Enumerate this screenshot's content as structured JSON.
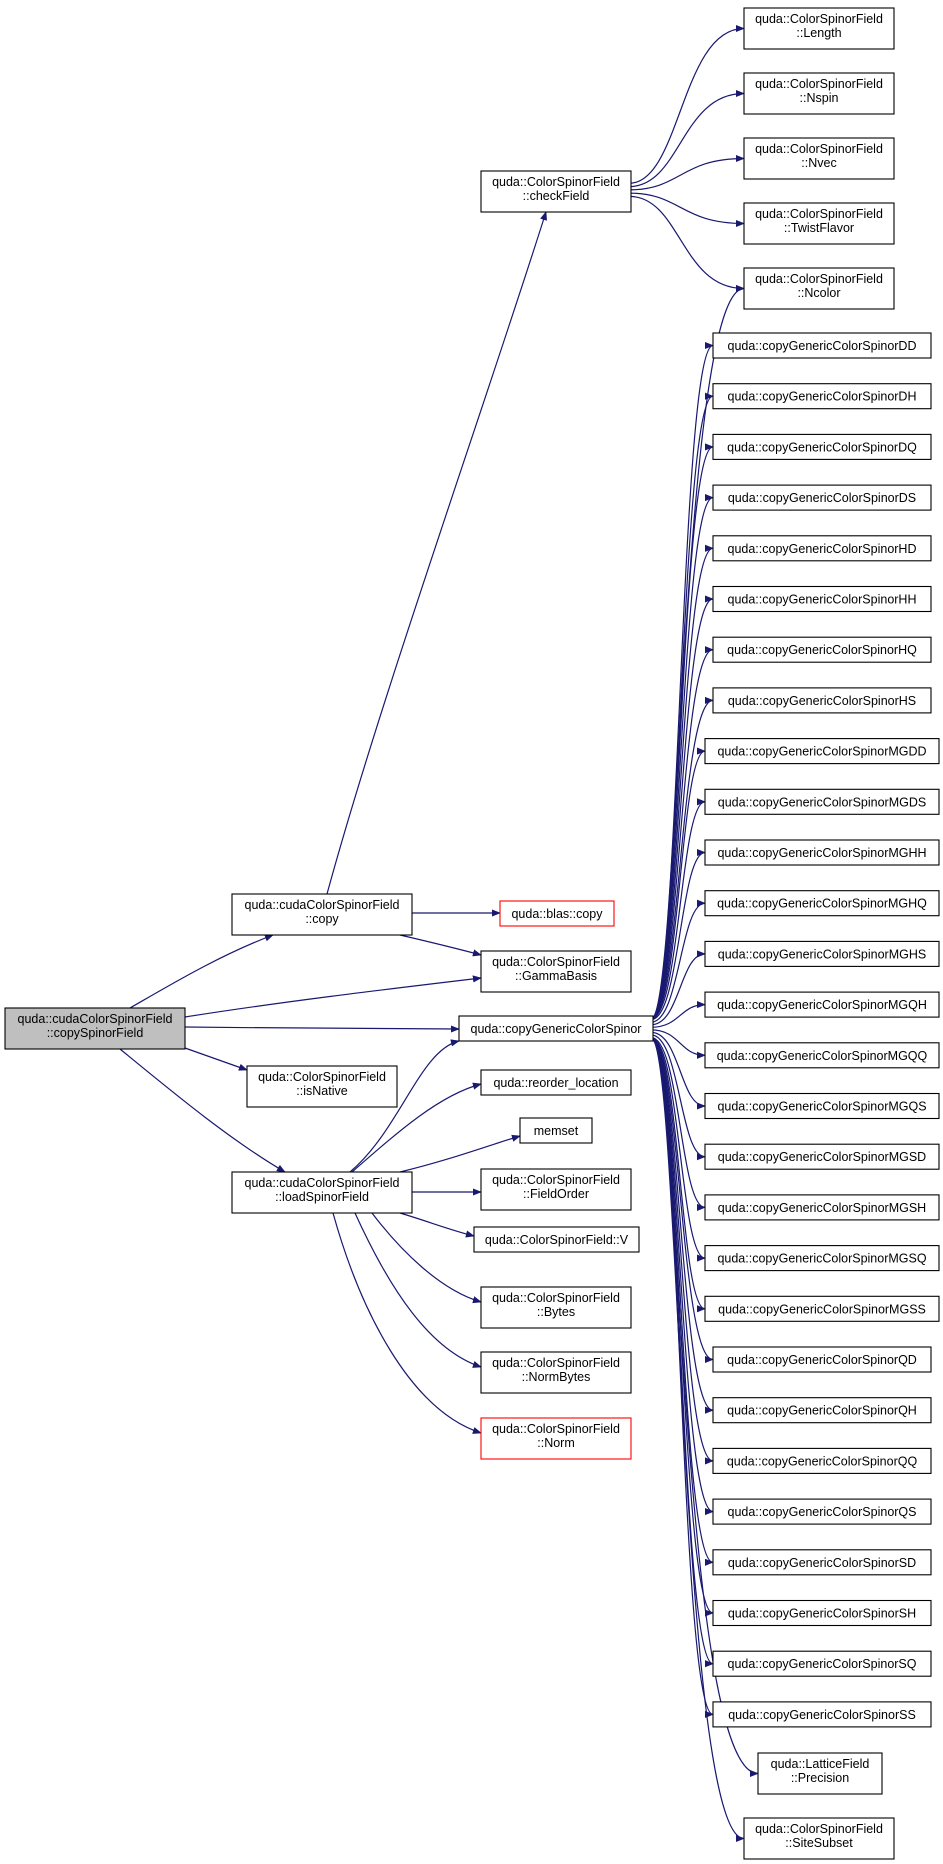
{
  "graph": {
    "nodes": [
      {
        "id": "root",
        "lines": [
          "quda::cudaColorSpinorField",
          "::copySpinorField"
        ],
        "style": "root"
      },
      {
        "id": "copy",
        "lines": [
          "quda::cudaColorSpinorField",
          "::copy"
        ]
      },
      {
        "id": "load",
        "lines": [
          "quda::cudaColorSpinorField",
          "::loadSpinorField"
        ]
      },
      {
        "id": "isNative",
        "lines": [
          "quda::ColorSpinorField",
          "::isNative"
        ]
      },
      {
        "id": "checkField",
        "lines": [
          "quda::ColorSpinorField",
          "::checkField"
        ]
      },
      {
        "id": "blascopy",
        "lines": [
          "quda::blas::copy"
        ],
        "style": "red"
      },
      {
        "id": "gamma",
        "lines": [
          "quda::ColorSpinorField",
          "::GammaBasis"
        ]
      },
      {
        "id": "cgcs",
        "lines": [
          "quda::copyGenericColorSpinor"
        ]
      },
      {
        "id": "reorder",
        "lines": [
          "quda::reorder_location"
        ]
      },
      {
        "id": "memset",
        "lines": [
          "memset"
        ]
      },
      {
        "id": "fieldOrder",
        "lines": [
          "quda::ColorSpinorField",
          "::FieldOrder"
        ]
      },
      {
        "id": "V",
        "lines": [
          "quda::ColorSpinorField::V"
        ]
      },
      {
        "id": "bytes",
        "lines": [
          "quda::ColorSpinorField",
          "::Bytes"
        ]
      },
      {
        "id": "normBytes",
        "lines": [
          "quda::ColorSpinorField",
          "::NormBytes"
        ]
      },
      {
        "id": "norm",
        "lines": [
          "quda::ColorSpinorField",
          "::Norm"
        ],
        "style": "red"
      },
      {
        "id": "length",
        "lines": [
          "quda::ColorSpinorField",
          "::Length"
        ]
      },
      {
        "id": "nspin",
        "lines": [
          "quda::ColorSpinorField",
          "::Nspin"
        ]
      },
      {
        "id": "nvec",
        "lines": [
          "quda::ColorSpinorField",
          "::Nvec"
        ]
      },
      {
        "id": "twist",
        "lines": [
          "quda::ColorSpinorField",
          "::TwistFlavor"
        ]
      },
      {
        "id": "ncolor",
        "lines": [
          "quda::ColorSpinorField",
          "::Ncolor"
        ]
      },
      {
        "id": "DD",
        "lines": [
          "quda::copyGenericColorSpinorDD"
        ]
      },
      {
        "id": "DH",
        "lines": [
          "quda::copyGenericColorSpinorDH"
        ]
      },
      {
        "id": "DQ",
        "lines": [
          "quda::copyGenericColorSpinorDQ"
        ]
      },
      {
        "id": "DS",
        "lines": [
          "quda::copyGenericColorSpinorDS"
        ]
      },
      {
        "id": "HD",
        "lines": [
          "quda::copyGenericColorSpinorHD"
        ]
      },
      {
        "id": "HH",
        "lines": [
          "quda::copyGenericColorSpinorHH"
        ]
      },
      {
        "id": "HQ",
        "lines": [
          "quda::copyGenericColorSpinorHQ"
        ]
      },
      {
        "id": "HS",
        "lines": [
          "quda::copyGenericColorSpinorHS"
        ]
      },
      {
        "id": "MGDD",
        "lines": [
          "quda::copyGenericColorSpinorMGDD"
        ]
      },
      {
        "id": "MGDS",
        "lines": [
          "quda::copyGenericColorSpinorMGDS"
        ]
      },
      {
        "id": "MGHH",
        "lines": [
          "quda::copyGenericColorSpinorMGHH"
        ]
      },
      {
        "id": "MGHQ",
        "lines": [
          "quda::copyGenericColorSpinorMGHQ"
        ]
      },
      {
        "id": "MGHS",
        "lines": [
          "quda::copyGenericColorSpinorMGHS"
        ]
      },
      {
        "id": "MGQH",
        "lines": [
          "quda::copyGenericColorSpinorMGQH"
        ]
      },
      {
        "id": "MGQQ",
        "lines": [
          "quda::copyGenericColorSpinorMGQQ"
        ]
      },
      {
        "id": "MGQS",
        "lines": [
          "quda::copyGenericColorSpinorMGQS"
        ]
      },
      {
        "id": "MGSD",
        "lines": [
          "quda::copyGenericColorSpinorMGSD"
        ]
      },
      {
        "id": "MGSH",
        "lines": [
          "quda::copyGenericColorSpinorMGSH"
        ]
      },
      {
        "id": "MGSQ",
        "lines": [
          "quda::copyGenericColorSpinorMGSQ"
        ]
      },
      {
        "id": "MGSS",
        "lines": [
          "quda::copyGenericColorSpinorMGSS"
        ]
      },
      {
        "id": "QD",
        "lines": [
          "quda::copyGenericColorSpinorQD"
        ]
      },
      {
        "id": "QH",
        "lines": [
          "quda::copyGenericColorSpinorQH"
        ]
      },
      {
        "id": "QQ",
        "lines": [
          "quda::copyGenericColorSpinorQQ"
        ]
      },
      {
        "id": "QS",
        "lines": [
          "quda::copyGenericColorSpinorQS"
        ]
      },
      {
        "id": "SD",
        "lines": [
          "quda::copyGenericColorSpinorSD"
        ]
      },
      {
        "id": "SH",
        "lines": [
          "quda::copyGenericColorSpinorSH"
        ]
      },
      {
        "id": "SQ",
        "lines": [
          "quda::copyGenericColorSpinorSQ"
        ]
      },
      {
        "id": "SS",
        "lines": [
          "quda::copyGenericColorSpinorSS"
        ]
      },
      {
        "id": "precision",
        "lines": [
          "quda::LatticeField",
          "::Precision"
        ]
      },
      {
        "id": "siteSubset",
        "lines": [
          "quda::ColorSpinorField",
          "::SiteSubset"
        ]
      }
    ],
    "edges": [
      [
        "root",
        "copy"
      ],
      [
        "root",
        "gamma"
      ],
      [
        "root",
        "cgcs"
      ],
      [
        "root",
        "isNative"
      ],
      [
        "root",
        "load"
      ],
      [
        "copy",
        "checkField"
      ],
      [
        "copy",
        "blascopy"
      ],
      [
        "copy",
        "gamma"
      ],
      [
        "checkField",
        "length"
      ],
      [
        "checkField",
        "nspin"
      ],
      [
        "checkField",
        "nvec"
      ],
      [
        "checkField",
        "twist"
      ],
      [
        "checkField",
        "ncolor"
      ],
      [
        "load",
        "cgcs"
      ],
      [
        "load",
        "reorder"
      ],
      [
        "load",
        "memset"
      ],
      [
        "load",
        "fieldOrder"
      ],
      [
        "load",
        "V"
      ],
      [
        "load",
        "bytes"
      ],
      [
        "load",
        "normBytes"
      ],
      [
        "load",
        "norm"
      ],
      [
        "cgcs",
        "ncolor"
      ],
      [
        "cgcs",
        "DD"
      ],
      [
        "cgcs",
        "DH"
      ],
      [
        "cgcs",
        "DQ"
      ],
      [
        "cgcs",
        "DS"
      ],
      [
        "cgcs",
        "HD"
      ],
      [
        "cgcs",
        "HH"
      ],
      [
        "cgcs",
        "HQ"
      ],
      [
        "cgcs",
        "HS"
      ],
      [
        "cgcs",
        "MGDD"
      ],
      [
        "cgcs",
        "MGDS"
      ],
      [
        "cgcs",
        "MGHH"
      ],
      [
        "cgcs",
        "MGHQ"
      ],
      [
        "cgcs",
        "MGHS"
      ],
      [
        "cgcs",
        "MGQH"
      ],
      [
        "cgcs",
        "MGQQ"
      ],
      [
        "cgcs",
        "MGQS"
      ],
      [
        "cgcs",
        "MGSD"
      ],
      [
        "cgcs",
        "MGSH"
      ],
      [
        "cgcs",
        "MGSQ"
      ],
      [
        "cgcs",
        "MGSS"
      ],
      [
        "cgcs",
        "QD"
      ],
      [
        "cgcs",
        "QH"
      ],
      [
        "cgcs",
        "QQ"
      ],
      [
        "cgcs",
        "QS"
      ],
      [
        "cgcs",
        "SD"
      ],
      [
        "cgcs",
        "SH"
      ],
      [
        "cgcs",
        "SQ"
      ],
      [
        "cgcs",
        "SS"
      ],
      [
        "cgcs",
        "precision"
      ],
      [
        "cgcs",
        "siteSubset"
      ]
    ]
  },
  "colors": {
    "edge": "#191970",
    "node_border": "#000000",
    "highlight_border": "#ff0000",
    "root_fill": "#bfbfbf"
  }
}
